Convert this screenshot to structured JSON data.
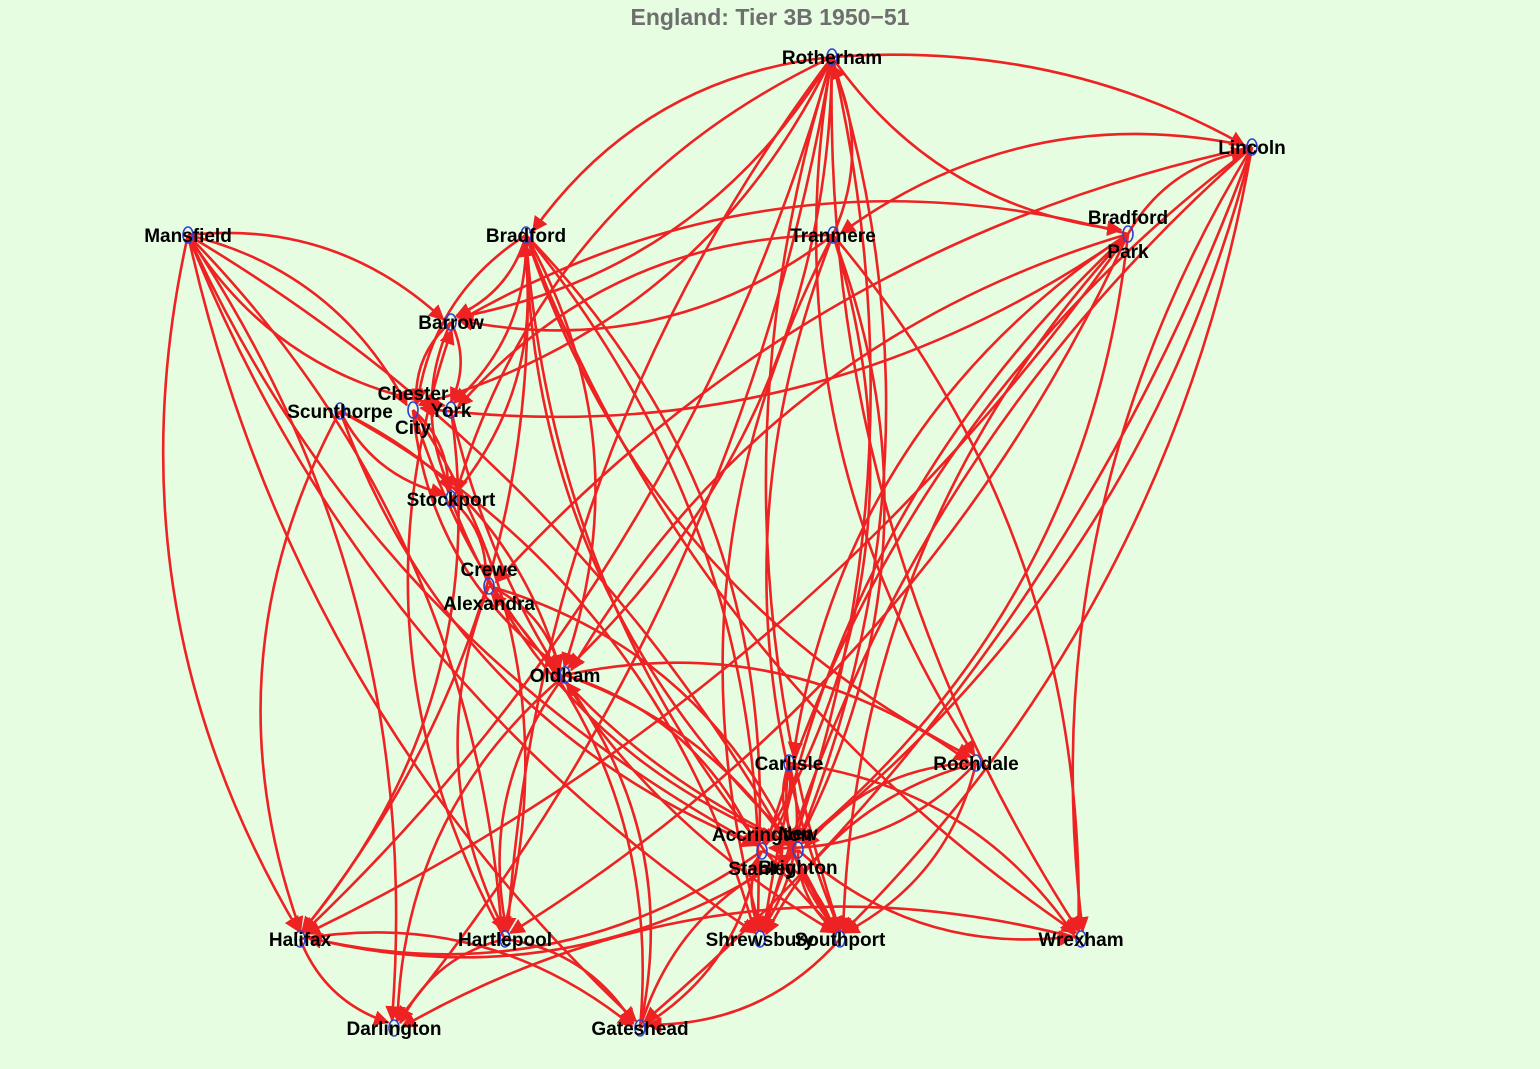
{
  "title": "England: Tier 3B 1950−51",
  "colors": {
    "background": "#e6fde2",
    "edge": "#ee2222",
    "node_outline": "#3040d0",
    "title": "#6e6e6e"
  },
  "teams": [
    {
      "id": "rotherham",
      "lines": [
        "Rotherham"
      ]
    },
    {
      "id": "lincoln",
      "lines": [
        "Lincoln"
      ]
    },
    {
      "id": "mansfield",
      "lines": [
        "Mansfield"
      ]
    },
    {
      "id": "bradford",
      "lines": [
        "Bradford"
      ]
    },
    {
      "id": "tranmere",
      "lines": [
        "Tranmere"
      ]
    },
    {
      "id": "bradford-park",
      "lines": [
        "Bradford",
        "Park"
      ]
    },
    {
      "id": "barrow",
      "lines": [
        "Barrow"
      ]
    },
    {
      "id": "scunthorpe",
      "lines": [
        "Scunthorpe"
      ]
    },
    {
      "id": "chester-city",
      "lines": [
        "Chester",
        "City"
      ]
    },
    {
      "id": "york",
      "lines": [
        "York"
      ]
    },
    {
      "id": "stockport",
      "lines": [
        "Stockport"
      ]
    },
    {
      "id": "crewe-alexandra",
      "lines": [
        "Crewe",
        "Alexandra"
      ]
    },
    {
      "id": "oldham",
      "lines": [
        "Oldham"
      ]
    },
    {
      "id": "carlisle",
      "lines": [
        "Carlisle"
      ]
    },
    {
      "id": "rochdale",
      "lines": [
        "Rochdale"
      ]
    },
    {
      "id": "accrington-stanley",
      "lines": [
        "Accrington",
        "Stanley"
      ]
    },
    {
      "id": "new-brighton",
      "lines": [
        "New",
        "Brighton"
      ]
    },
    {
      "id": "halifax",
      "lines": [
        "Halifax"
      ]
    },
    {
      "id": "hartlepool",
      "lines": [
        "Hartlepool"
      ]
    },
    {
      "id": "shrewsbury",
      "lines": [
        "Shrewsbury"
      ]
    },
    {
      "id": "southport",
      "lines": [
        "Southport"
      ]
    },
    {
      "id": "wrexham",
      "lines": [
        "Wrexham"
      ]
    },
    {
      "id": "darlington",
      "lines": [
        "Darlington"
      ]
    },
    {
      "id": "gateshead",
      "lines": [
        "Gateshead"
      ]
    }
  ],
  "edges": [
    [
      "tranmere",
      "rotherham"
    ],
    [
      "rotherham",
      "lincoln"
    ],
    [
      "rotherham",
      "bradford"
    ],
    [
      "rotherham",
      "barrow"
    ],
    [
      "rotherham",
      "bradford-park"
    ],
    [
      "rotherham",
      "chester-city"
    ],
    [
      "rotherham",
      "stockport"
    ],
    [
      "rotherham",
      "oldham"
    ],
    [
      "rotherham",
      "rochdale"
    ],
    [
      "rotherham",
      "new-brighton"
    ],
    [
      "rotherham",
      "southport"
    ],
    [
      "rotherham",
      "shrewsbury"
    ],
    [
      "rotherham",
      "wrexham"
    ],
    [
      "rotherham",
      "halifax"
    ],
    [
      "rotherham",
      "hartlepool"
    ],
    [
      "rotherham",
      "darlington"
    ],
    [
      "lincoln",
      "tranmere"
    ],
    [
      "bradford-park",
      "lincoln"
    ],
    [
      "lincoln",
      "crewe-alexandra"
    ],
    [
      "lincoln",
      "new-brighton"
    ],
    [
      "lincoln",
      "wrexham"
    ],
    [
      "lincoln",
      "southport"
    ],
    [
      "lincoln",
      "accrington-stanley"
    ],
    [
      "lincoln",
      "gateshead"
    ],
    [
      "lincoln",
      "shrewsbury"
    ],
    [
      "mansfield",
      "barrow"
    ],
    [
      "mansfield",
      "york"
    ],
    [
      "mansfield",
      "chester-city"
    ],
    [
      "mansfield",
      "halifax"
    ],
    [
      "mansfield",
      "darlington"
    ],
    [
      "mansfield",
      "accrington-stanley"
    ],
    [
      "mansfield",
      "southport"
    ],
    [
      "mansfield",
      "gateshead"
    ],
    [
      "mansfield",
      "hartlepool"
    ],
    [
      "mansfield",
      "shrewsbury"
    ],
    [
      "bradford",
      "barrow"
    ],
    [
      "bradford",
      "chester-city"
    ],
    [
      "bradford",
      "york"
    ],
    [
      "stockport",
      "bradford"
    ],
    [
      "bradford",
      "halifax"
    ],
    [
      "bradford",
      "new-brighton"
    ],
    [
      "bradford",
      "shrewsbury"
    ],
    [
      "bradford",
      "southport"
    ],
    [
      "bradford",
      "oldham"
    ],
    [
      "bradford",
      "wrexham"
    ],
    [
      "bradford",
      "accrington-stanley"
    ],
    [
      "bradford",
      "rochdale"
    ],
    [
      "tranmere",
      "barrow"
    ],
    [
      "tranmere",
      "york"
    ],
    [
      "tranmere",
      "accrington-stanley"
    ],
    [
      "tranmere",
      "southport"
    ],
    [
      "tranmere",
      "wrexham"
    ],
    [
      "tranmere",
      "shrewsbury"
    ],
    [
      "tranmere",
      "new-brighton"
    ],
    [
      "bradford-park",
      "barrow"
    ],
    [
      "bradford-park",
      "chester-city"
    ],
    [
      "bradford-park",
      "oldham"
    ],
    [
      "bradford-park",
      "hartlepool"
    ],
    [
      "bradford-park",
      "shrewsbury"
    ],
    [
      "bradford-park",
      "halifax"
    ],
    [
      "bradford-park",
      "southport"
    ],
    [
      "bradford-park",
      "new-brighton"
    ],
    [
      "barrow",
      "chester-city"
    ],
    [
      "barrow",
      "york"
    ],
    [
      "barrow",
      "stockport"
    ],
    [
      "hartlepool",
      "barrow"
    ],
    [
      "scunthorpe",
      "stockport"
    ],
    [
      "scunthorpe",
      "oldham"
    ],
    [
      "scunthorpe",
      "halifax"
    ],
    [
      "scunthorpe",
      "shrewsbury"
    ],
    [
      "scunthorpe",
      "accrington-stanley"
    ],
    [
      "chester-city",
      "stockport"
    ],
    [
      "chester-city",
      "oldham"
    ],
    [
      "chester-city",
      "hartlepool"
    ],
    [
      "chester-city",
      "new-brighton"
    ],
    [
      "york",
      "halifax"
    ],
    [
      "york",
      "southport"
    ],
    [
      "stockport",
      "crewe-alexandra"
    ],
    [
      "stockport",
      "new-brighton"
    ],
    [
      "crewe-alexandra",
      "oldham"
    ],
    [
      "gateshead",
      "crewe-alexandra"
    ],
    [
      "crewe-alexandra",
      "new-brighton"
    ],
    [
      "crewe-alexandra",
      "hartlepool"
    ],
    [
      "oldham",
      "rochdale"
    ],
    [
      "oldham",
      "hartlepool"
    ],
    [
      "oldham",
      "accrington-stanley"
    ],
    [
      "gateshead",
      "oldham"
    ],
    [
      "oldham",
      "southport"
    ],
    [
      "oldham",
      "darlington"
    ],
    [
      "carlisle",
      "accrington-stanley"
    ],
    [
      "carlisle",
      "new-brighton"
    ],
    [
      "carlisle",
      "shrewsbury"
    ],
    [
      "carlisle",
      "southport"
    ],
    [
      "carlisle",
      "wrexham"
    ],
    [
      "bradford-park",
      "carlisle"
    ],
    [
      "rochdale",
      "accrington-stanley"
    ],
    [
      "rochdale",
      "new-brighton"
    ],
    [
      "rochdale",
      "southport"
    ],
    [
      "rochdale",
      "shrewsbury"
    ],
    [
      "accrington-stanley",
      "halifax"
    ],
    [
      "accrington-stanley",
      "shrewsbury"
    ],
    [
      "accrington-stanley",
      "southport"
    ],
    [
      "gateshead",
      "accrington-stanley"
    ],
    [
      "new-brighton",
      "halifax"
    ],
    [
      "new-brighton",
      "southport"
    ],
    [
      "gateshead",
      "new-brighton"
    ],
    [
      "new-brighton",
      "wrexham"
    ],
    [
      "hartlepool",
      "gateshead"
    ],
    [
      "hartlepool",
      "darlington"
    ],
    [
      "halifax",
      "gateshead"
    ],
    [
      "wrexham",
      "darlington"
    ],
    [
      "southport",
      "gateshead"
    ],
    [
      "halifax",
      "darlington"
    ]
  ]
}
